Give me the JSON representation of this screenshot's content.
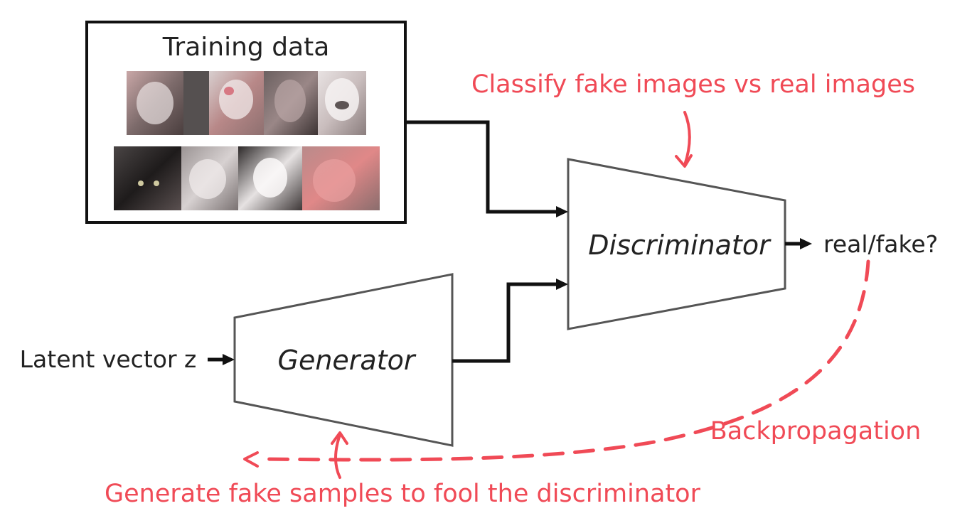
{
  "training_box": {
    "title": "Training data",
    "dog_images": [
      "dog-photo-1",
      "dog-photo-2",
      "dog-photo-3",
      "dog-photo-4"
    ],
    "cat_images": [
      "cat-photo-1",
      "cat-photo-2",
      "cat-photo-3",
      "cat-photo-4"
    ]
  },
  "discriminator": {
    "label": "Discriminator"
  },
  "generator": {
    "label": "Generator"
  },
  "input": {
    "label": "Latent vector z"
  },
  "output": {
    "label": "real/fake?"
  },
  "annotations": {
    "classify": "Classify fake images vs real images",
    "backprop": "Backpropagation",
    "generate": "Generate fake samples to fool the discriminator"
  },
  "colors": {
    "annotation_red": "#f04a56",
    "line_black": "#111111",
    "block_outline": "#555555"
  }
}
